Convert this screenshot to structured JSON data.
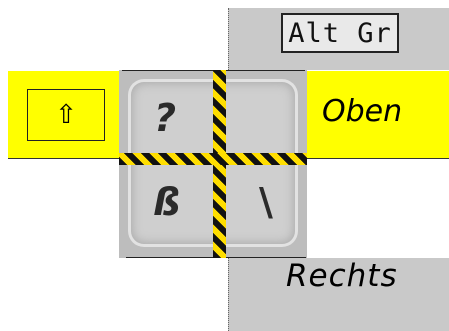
{
  "colors": {
    "shift_band": "#ffff00",
    "altgr_column": "#c9c9c9",
    "hazard_stripe_dark": "#111111",
    "hazard_stripe_light": "#ffde00"
  },
  "altgr": {
    "label": "Alt Gr"
  },
  "shift": {
    "icon": "shift-arrow-icon",
    "glyph": "⇧"
  },
  "labels": {
    "top": "Oben",
    "right": "Rechts"
  },
  "key": {
    "top_left": "?",
    "bottom_left": "ß",
    "bottom_right": "\\"
  }
}
